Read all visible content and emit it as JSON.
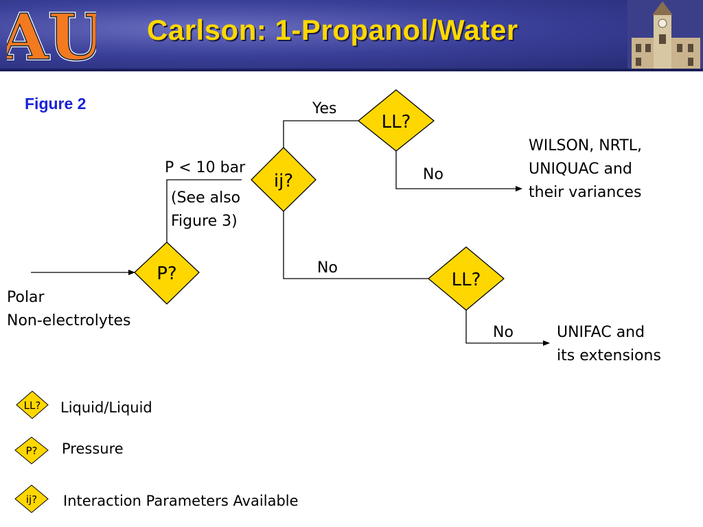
{
  "header": {
    "title": "Carlson: 1-Propanol/Water",
    "logo_text": "AU"
  },
  "figure_label": "Figure 2",
  "nodes": {
    "p": "P?",
    "ij": "ij?",
    "ll_top": "LL?",
    "ll_bottom": "LL?"
  },
  "edges": {
    "yes": "Yes",
    "p_lt_10": "P < 10 bar",
    "no_top": "No",
    "no_mid": "No",
    "no_bottom": "No"
  },
  "notes": {
    "see_also_1": "(See also",
    "see_also_2": "Figure 3)"
  },
  "input": {
    "line1": "Polar",
    "line2": "Non-electrolytes"
  },
  "outcomes": {
    "wilson_1": "WILSON, NRTL,",
    "wilson_2": "UNIQUAC and",
    "wilson_3": "their variances",
    "unifac_1": "UNIFAC and",
    "unifac_2": "its extensions"
  },
  "legend": [
    {
      "symbol": "LL?",
      "text": "Liquid/Liquid"
    },
    {
      "symbol": "P?",
      "text": "Pressure"
    },
    {
      "symbol": "ij?",
      "text": "Interaction Parameters Available"
    }
  ],
  "colors": {
    "diamond_fill": "#ffd700",
    "title": "#ffd800",
    "figure_label": "#1a22d6"
  }
}
